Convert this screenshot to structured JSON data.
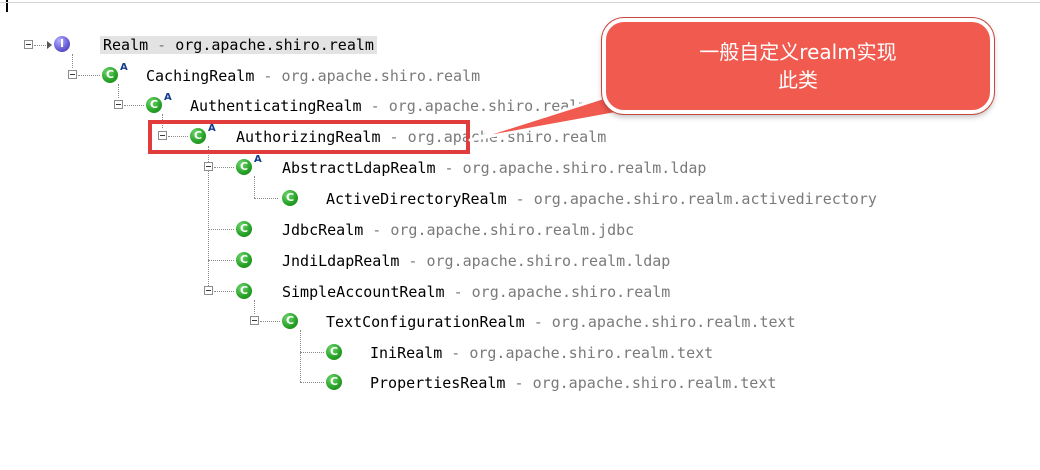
{
  "tree": {
    "rows": [
      {
        "name": "Realm",
        "package": "org.apache.shiro.realm",
        "kind": "interface"
      },
      {
        "name": "CachingRealm",
        "package": "org.apache.shiro.realm",
        "kind": "abstract-class"
      },
      {
        "name": "AuthenticatingRealm",
        "package": "org.apache.shiro.realm",
        "kind": "abstract-class"
      },
      {
        "name": "AuthorizingRealm",
        "package": "org.apache.shiro.realm",
        "kind": "abstract-class"
      },
      {
        "name": "AbstractLdapRealm",
        "package": "org.apache.shiro.realm.ldap",
        "kind": "abstract-class"
      },
      {
        "name": "ActiveDirectoryRealm",
        "package": "org.apache.shiro.realm.activedirectory",
        "kind": "class"
      },
      {
        "name": "JdbcRealm",
        "package": "org.apache.shiro.realm.jdbc",
        "kind": "class"
      },
      {
        "name": "JndiLdapRealm",
        "package": "org.apache.shiro.realm.ldap",
        "kind": "class"
      },
      {
        "name": "SimpleAccountRealm",
        "package": "org.apache.shiro.realm",
        "kind": "class"
      },
      {
        "name": "TextConfigurationRealm",
        "package": "org.apache.shiro.realm.text",
        "kind": "class"
      },
      {
        "name": "IniRealm",
        "package": "org.apache.shiro.realm.text",
        "kind": "class"
      },
      {
        "name": "PropertiesRealm",
        "package": "org.apache.shiro.realm.text",
        "kind": "class"
      }
    ],
    "separator": " - ",
    "icon_glyphs": {
      "class": "C",
      "interface": "I",
      "abstract_marker": "A"
    }
  },
  "annotation": {
    "line1": "一般自定义realm实现",
    "line2": "此类"
  },
  "colors": {
    "class_icon": "#2aa52a",
    "interface_icon": "#6b5fd9",
    "highlight": "#e03c3c",
    "callout": "#f05a4f",
    "package_text": "#7a7a7a"
  }
}
